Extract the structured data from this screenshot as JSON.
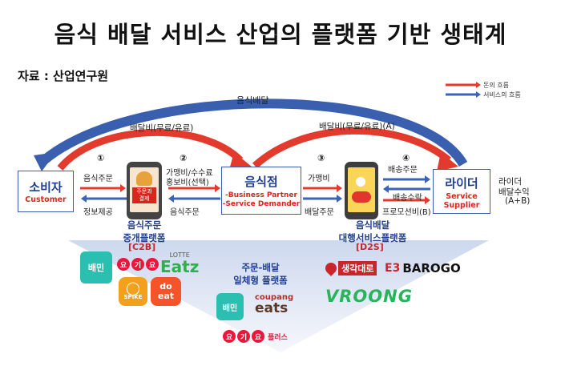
{
  "title": "음식 배달 서비스 산업의 플랫폼 기반 생태계",
  "source": "자료 : 산업연구원",
  "legend": [
    {
      "label": "돈의 흐름",
      "color": "#e23b2e"
    },
    {
      "label": "서비스의 흐름",
      "color": "#3a64b6"
    }
  ],
  "nodes": {
    "consumer": {
      "ko": "소비자",
      "en": "Customer"
    },
    "restaurant": {
      "ko": "음식점",
      "en1": "-Business Partner",
      "en2": "-Service Demander"
    },
    "rider": {
      "ko": "라이더",
      "en1": "Service",
      "en2": "Supplier"
    }
  },
  "arcs": {
    "top_service": "음식배달",
    "fee_left": "배달비(무료/유료)",
    "fee_right": "배달비(무료/유료)(A)"
  },
  "steps": [
    "①",
    "②",
    "③",
    "④"
  ],
  "flows": {
    "order": "음식주문",
    "info": "정보제공",
    "fee_ad": "가맹비/수수료",
    "fee_ad2": "홍보비(선택)",
    "order2": "음식주문",
    "membership": "가맹비",
    "delivery_order": "배달주문",
    "dispatch_order": "배송주문",
    "dispatch_accept": "배송수락",
    "promo": "프로모션비(B)",
    "rider_income": "라이더",
    "rider_income2": "배달수익",
    "rider_income3": "(A+B)"
  },
  "phone_left": {
    "line1": "주문과",
    "line2": "결제"
  },
  "platforms": {
    "c2b_title1": "음식주문",
    "c2b_title2": "중개플랫폼",
    "c2b_code": "[C2B]",
    "d2s_title1": "음식배달",
    "d2s_title2": "대행서비스플랫폼",
    "d2s_code": "[D2S]",
    "integrated_title1": "주문-배달",
    "integrated_title2": "일체형 플랫폼"
  },
  "logos": {
    "baemin": "배민",
    "yogiyo": [
      "요",
      "기",
      "요"
    ],
    "lotte": "LOTTE",
    "eatz": "Eatz",
    "spike": "SPIKE",
    "doeat": "do eat",
    "saenggak": "생각대로",
    "barogo": "BAROGO",
    "vroong": "VROONG",
    "baemin2": "배민",
    "coupang": "coupang",
    "eats": "eats",
    "plus": "플러스"
  }
}
